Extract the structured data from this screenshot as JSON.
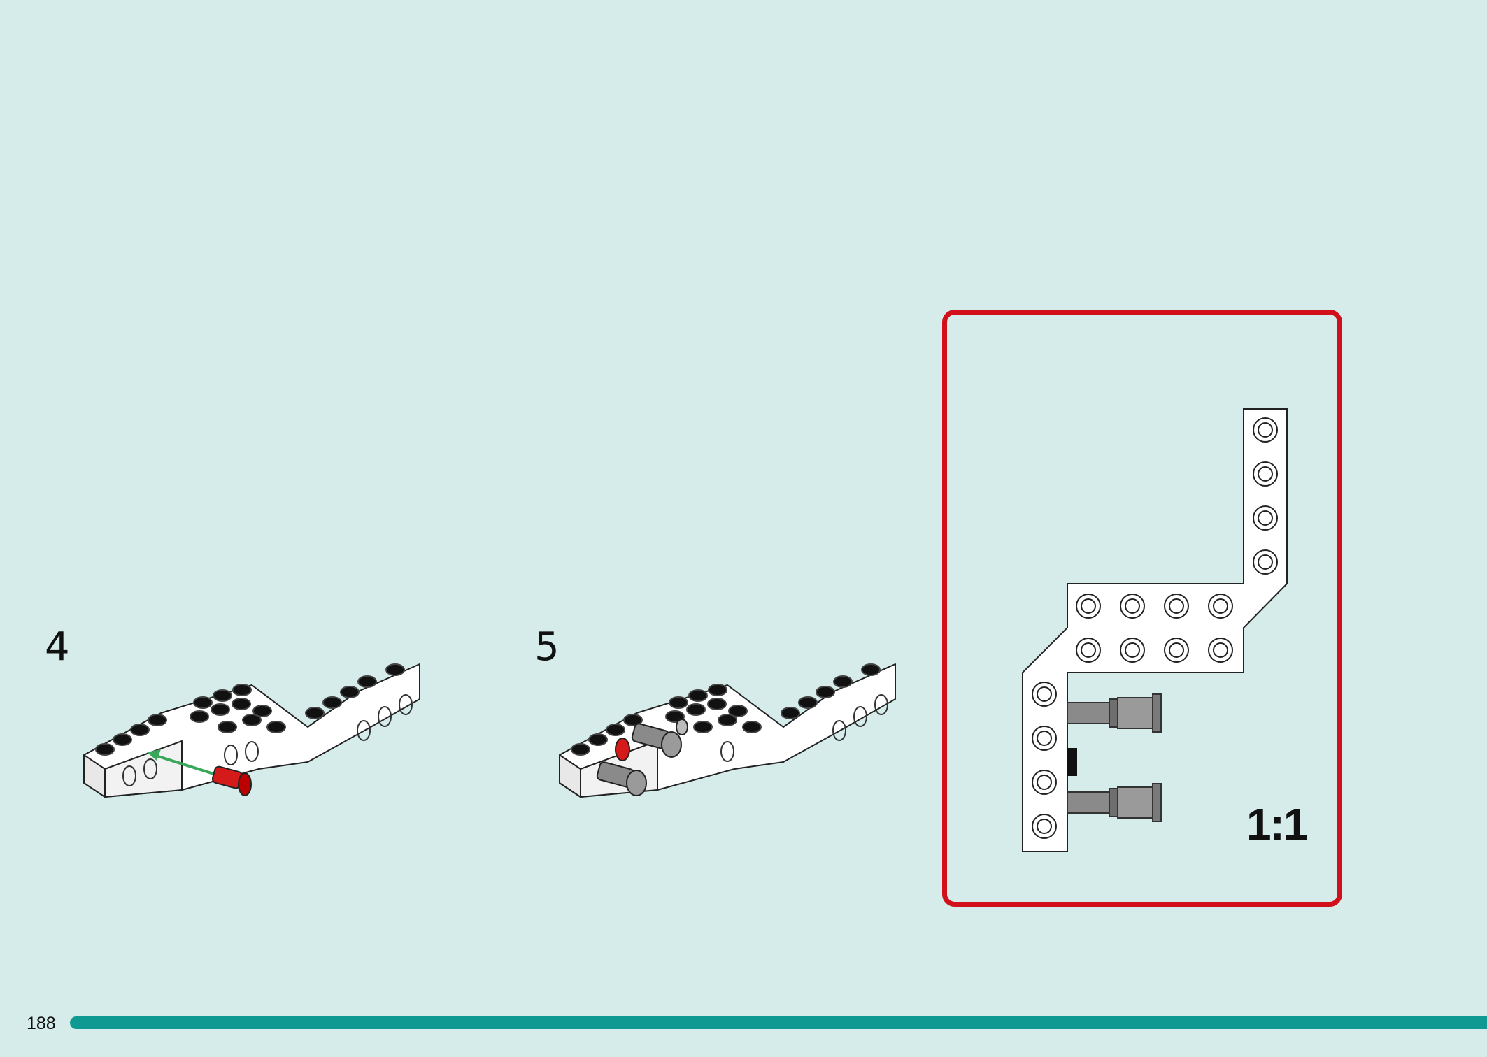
{
  "steps": [
    {
      "number": "4"
    },
    {
      "number": "5"
    }
  ],
  "callout": {
    "scale": "1:1",
    "border_color": "#d2101c"
  },
  "footer": {
    "page_number": "188",
    "bar_color": "#0e9a93"
  },
  "colors": {
    "background": "#d5ecea",
    "pin_red": "#d51a1a",
    "pin_gray": "#8a8a8a",
    "arrow_green": "#3aa85a"
  }
}
